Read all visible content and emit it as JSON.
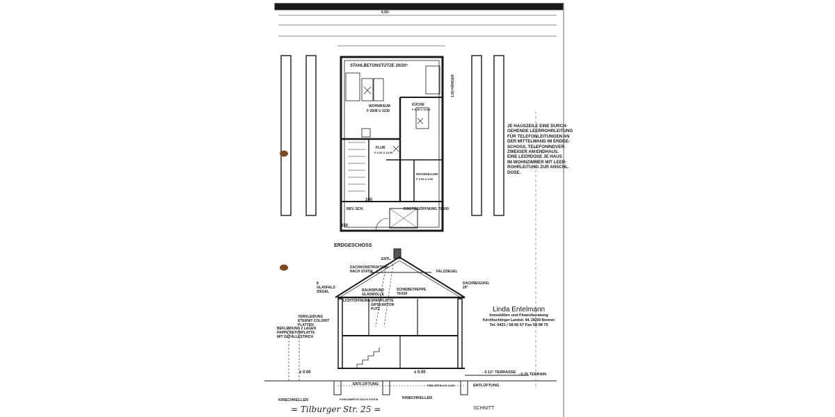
{
  "plan": {
    "title": "ERDGESCHOSS",
    "labels": {
      "column": "STAHLBETONSTÜTZE 20/20⁵",
      "living": "WOHNRAUM",
      "living_area": "F 2608 U 2236",
      "kitchen": "KÜCHE",
      "kitchen_area": "F 6,28 U 10,64",
      "hall": "FLUR",
      "hall_area": "F 6,26 U 10,50",
      "cellar": "HOCHKELLER",
      "cellar_area": "F 5,05 U 9,06",
      "rev": "REV. SCH.",
      "opening": "EINSTIEGÖFFNUNG 70/100",
      "hanger": "1.50 HÄNGER",
      "width_top": "6.92⁵",
      "dim_150": "150",
      "dim_100": "100"
    }
  },
  "note": {
    "lines": [
      "JE HAUSZEILE EINE DURCH-",
      "GEHENDE LEERROHRLEITUNG",
      "FÜR TELEFONLEITUNGEN AN",
      "DER MITTELWAND IM ERDGE-",
      "SCHOSS, TELEFONINDVER-",
      "ZWEIGER AM ENDHAUS.",
      "EINE LEERDOSE JE HAUS",
      "IM WOHNZIMMER MIT LEER-",
      "ROHRLEITUNG ZUR ANSCHL.",
      "DOSE."
    ]
  },
  "section": {
    "title": "SCHNITT",
    "labels": {
      "vent_top": "ENTL.",
      "roof_struct": "DACHKONSTRUKTION NACH STATIK",
      "tiles": "FALZZIEGEL",
      "pitch": "DACHNEIGUNG 29°",
      "glass_tiles": "8 GLASFALZ-ZIEGEL",
      "insulation": "RAUHSPUND GLASWOLLE",
      "ladder": "SCHIEBETREPPE 70/100",
      "light": "LICHTÖFFNUNG",
      "board": "SPANPLATTE GIPSKARTON PUTZ",
      "cladding": "VERKLEIDUNG ETERNIT COLORIT PLATTEN",
      "roof_cover": "BEKLEIDUNG 2 LAGEN PAPPE BETONPLATTE MIT GEFÄLLESTRICH",
      "level_left": "± 0.00",
      "level_mid": "± 0.00",
      "vent_1": "ENTLÜFTUNG",
      "vent_2": "ENTLÜFTUNG",
      "crawl_1": "KRIECHKELLER",
      "crawl_2": "KRIECHKELLER",
      "foundation": "FUNDAMENTE NACH STATIK",
      "terrace": "- 0.12⁵ TERRASSE",
      "terrain": "- 0.25 TERRAIN",
      "slope": "FBB GEFÄLLE 1:100"
    }
  },
  "stamp": {
    "name": "Linda Entelmann",
    "subtitle": "Immobilien und Finanzberatung",
    "address": "Kirchhuchtinger Landstr. 84, 28259 Bremen",
    "phone": "Tel. 0421 / 58 66 57    Fax 58 98 75"
  },
  "handwriting": "= Tilburger Str. 25 =",
  "colors": {
    "paper": "#ffffff",
    "ink": "#1a1a1a",
    "punch_hole": "#7a4a1e"
  }
}
